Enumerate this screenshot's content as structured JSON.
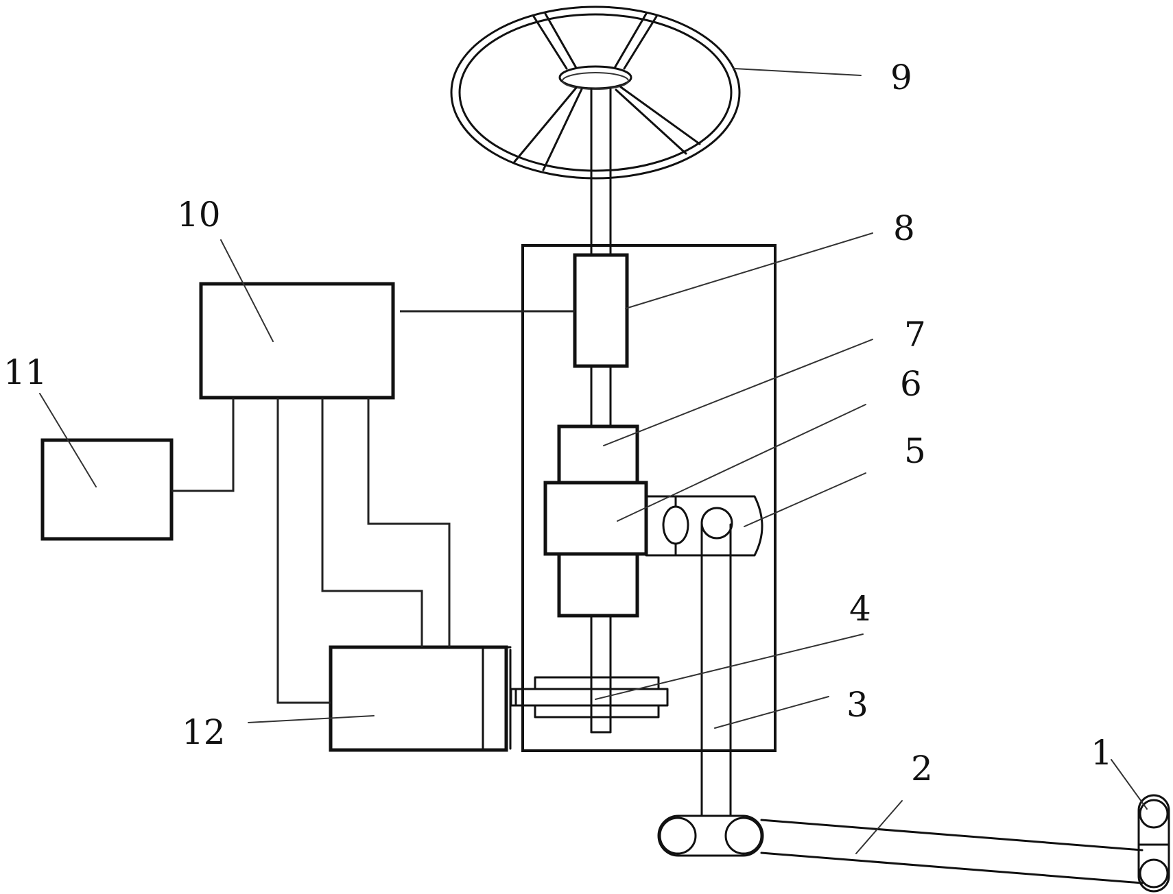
{
  "labels": {
    "l1": "1",
    "l2": "2",
    "l3": "3",
    "l4": "4",
    "l5": "5",
    "l6": "6",
    "l7": "7",
    "l8": "8",
    "l9": "9",
    "l10": "10",
    "l11": "11",
    "l12": "12"
  },
  "colors": {
    "ink": "#111111",
    "background": "#ffffff"
  }
}
